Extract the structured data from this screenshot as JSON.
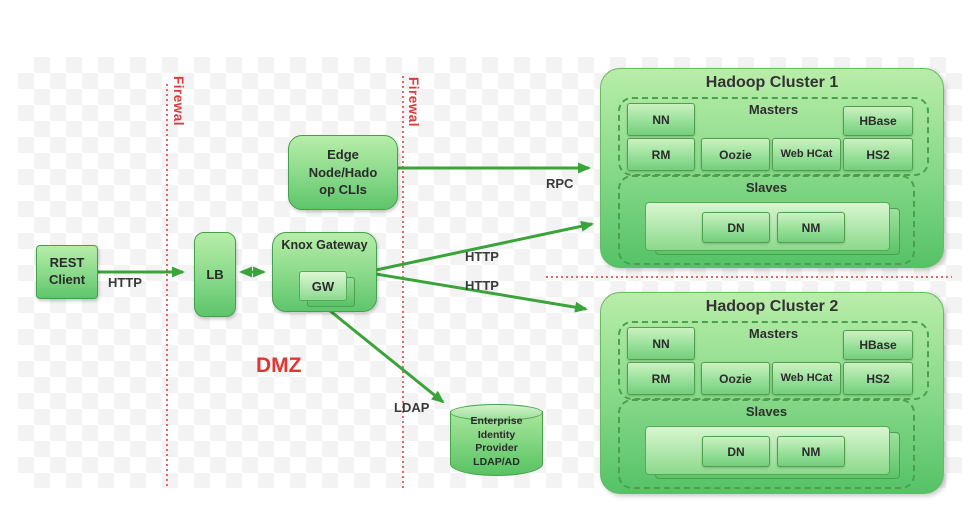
{
  "labels": {
    "firewall_1": "Firewal",
    "firewall_2": "Firewal",
    "dmz": "DMZ"
  },
  "edges": {
    "rest_to_lb": "HTTP",
    "knox_to_cluster1": "HTTP",
    "knox_to_cluster2": "HTTP",
    "edge_to_cluster1": "RPC",
    "knox_to_identity": "LDAP"
  },
  "nodes": {
    "rest_client": {
      "line1": "REST",
      "line2": "Client"
    },
    "load_balancer": {
      "label": "LB"
    },
    "knox_gateway": {
      "title": "Knox Gateway",
      "gw_label": "GW"
    },
    "edge_node": {
      "line1": "Edge",
      "line2": "Node/Hado",
      "line3": "op CLIs"
    },
    "identity_provider": {
      "line1": "Enterprise",
      "line2": "Identity",
      "line3": "Provider",
      "line4": "LDAP/AD"
    }
  },
  "clusters": [
    {
      "title": "Hadoop Cluster 1",
      "masters_title": "Masters",
      "nn": "NN",
      "hbase": "HBase",
      "rm": "RM",
      "oozie": "Oozie",
      "webhcat": "Web HCat",
      "hs2": "HS2",
      "slaves_title": "Slaves",
      "dn": "DN",
      "nm": "NM"
    },
    {
      "title": "Hadoop Cluster 2",
      "masters_title": "Masters",
      "nn": "NN",
      "hbase": "HBase",
      "rm": "RM",
      "oozie": "Oozie",
      "webhcat": "Web HCat",
      "hs2": "HS2",
      "slaves_title": "Slaves",
      "dn": "DN",
      "nm": "NM"
    }
  ],
  "colors": {
    "arrow_green": "#3aa43a",
    "firewall_red": "#e06868",
    "red_text": "#d83c3c",
    "box_green_light": "#b9eda9",
    "box_green_dark": "#57c368"
  }
}
